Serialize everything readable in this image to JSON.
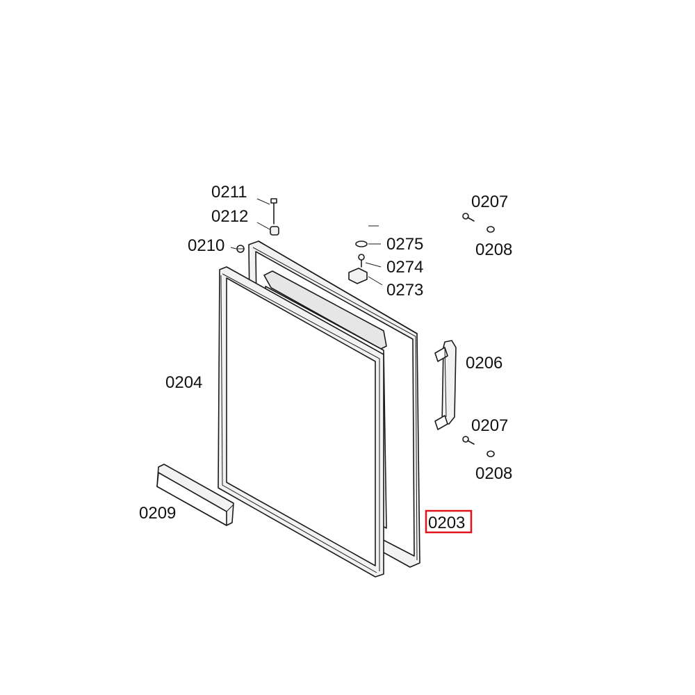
{
  "diagram": {
    "highlight_color": "#e0121b",
    "labels": {
      "l0211": "0211",
      "l0212": "0212",
      "l0210": "0210",
      "l0275": "0275",
      "l0274": "0274",
      "l0273": "0273",
      "l0207a": "0207",
      "l0208a": "0208",
      "l0206": "0206",
      "l0207b": "0207",
      "l0208b": "0208",
      "l0204": "0204",
      "l0209": "0209",
      "l0203": "0203"
    },
    "highlighted_part": "0203"
  }
}
